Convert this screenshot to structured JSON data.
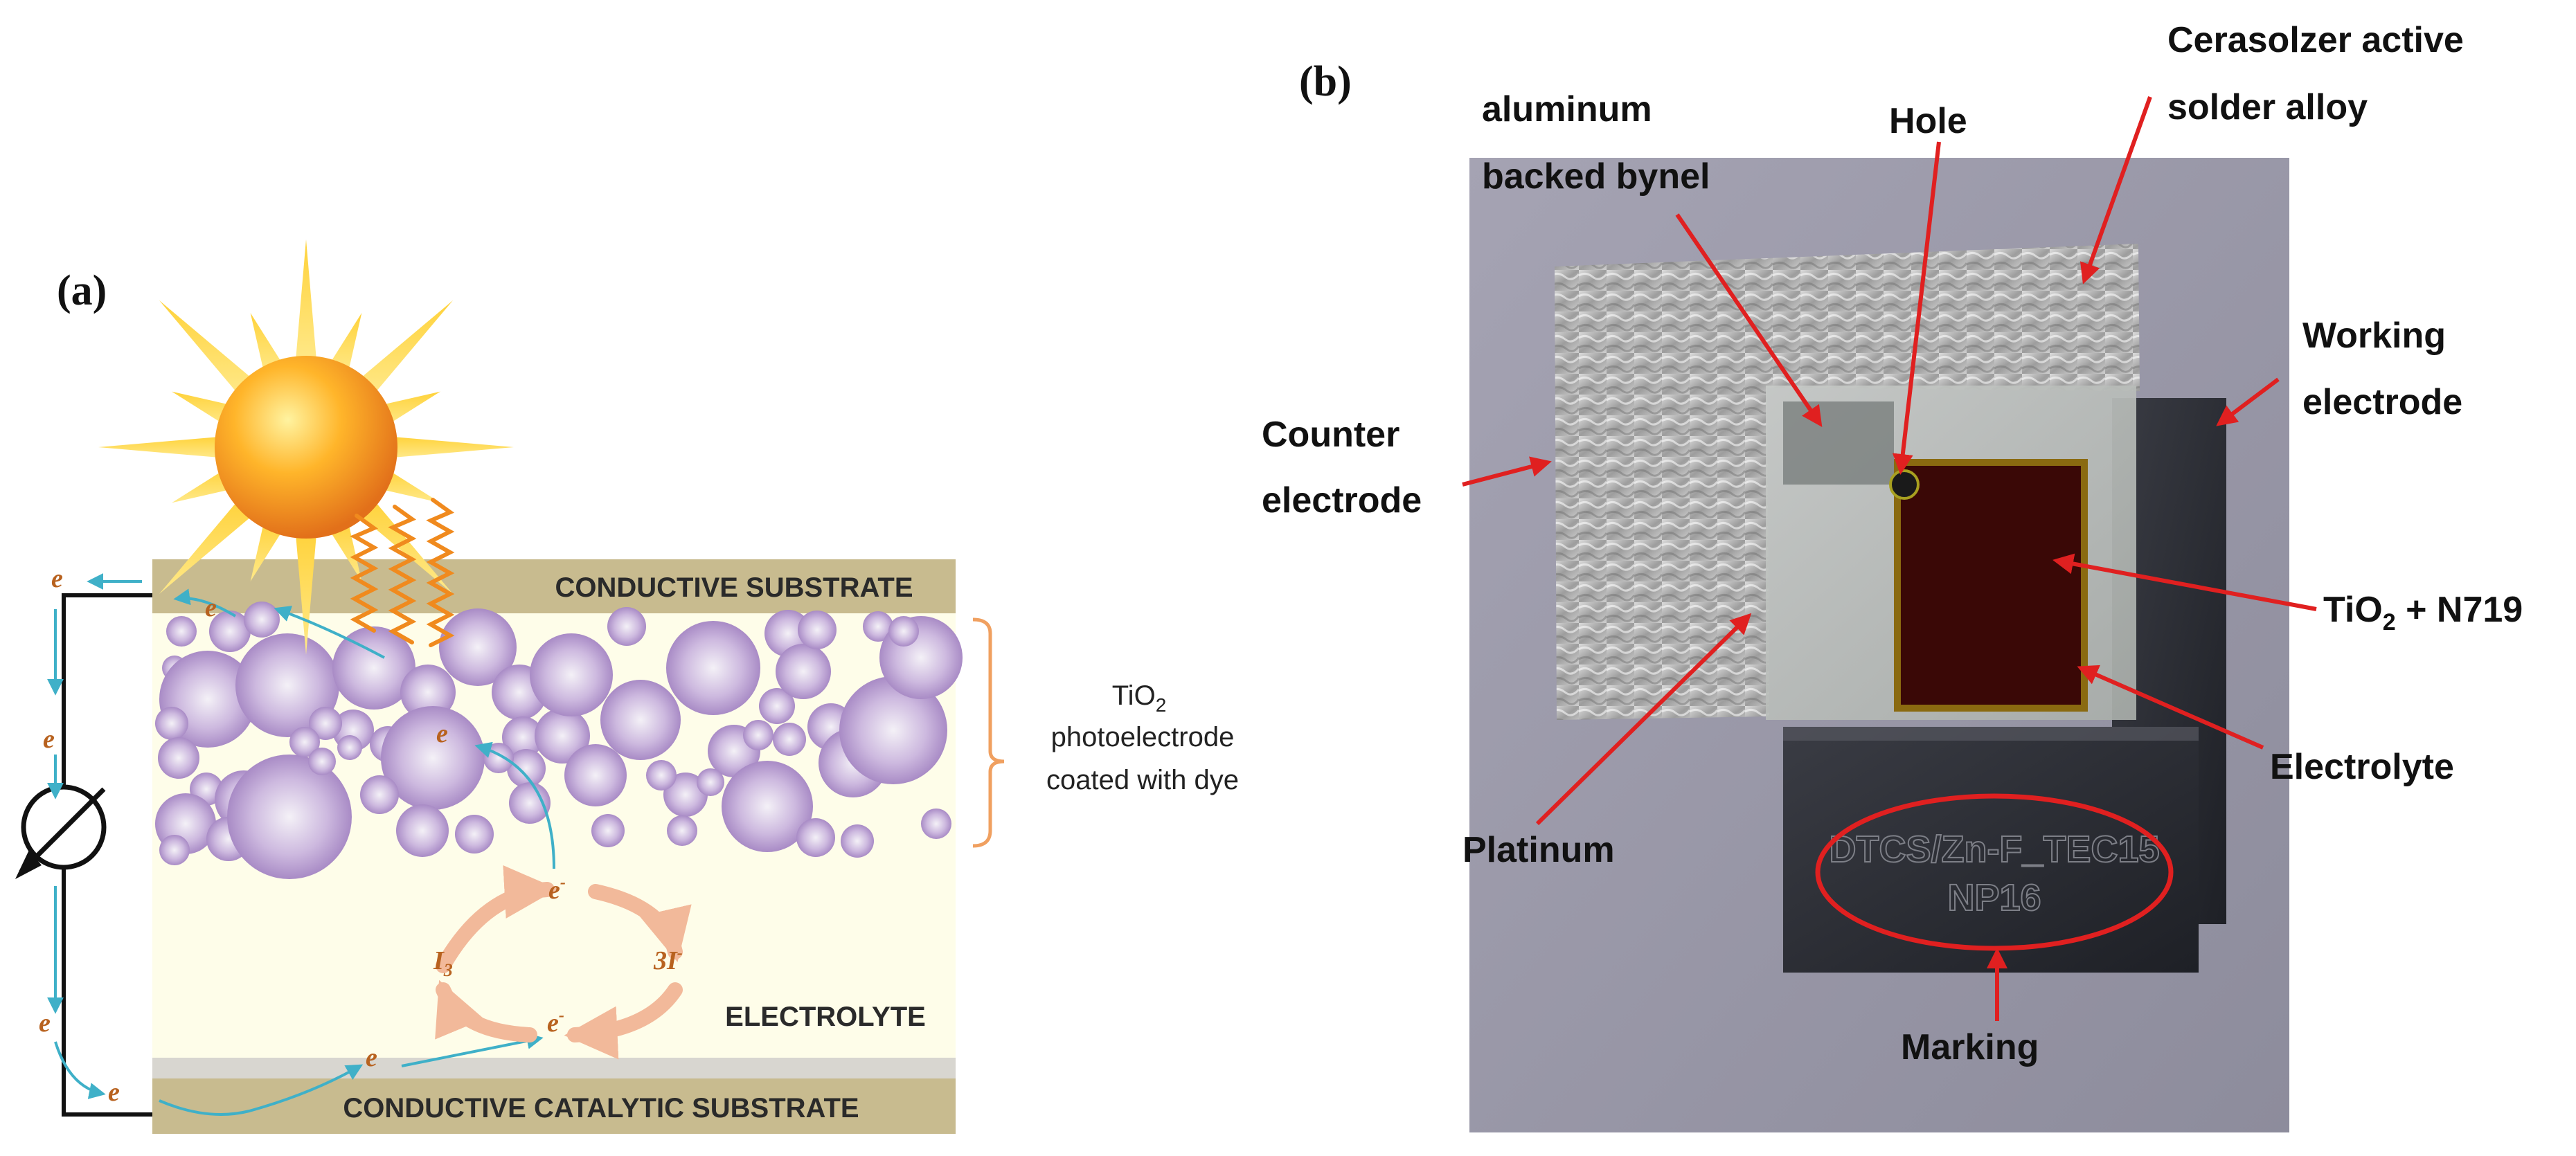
{
  "panel_a": {
    "label": "(a)",
    "top_layer_label": "CONDUCTIVE SUBSTRATE",
    "bottom_layer_label": "CONDUCTIVE CATALYTIC SUBSTRATE",
    "electrolyte_label": "ELECTROLYTE",
    "photoelectrode_label": {
      "line1_main": "TiO",
      "line1_sub": "2",
      "line2": "photoelectrode",
      "line3": "coated with dye"
    },
    "electron_symbol": "e",
    "electron_minus_symbol": "e",
    "minus_superscript": "-",
    "triiodide_main": "I",
    "triiodide_sub": "3",
    "iodide_label": "3I",
    "iodide_superscript": "-"
  },
  "panel_b": {
    "label": "(b)",
    "callouts": {
      "aluminum_line1": "aluminum",
      "aluminum_line2": "backed bynel",
      "hole": "Hole",
      "cerasolzer_line1": "Cerasolzer  active",
      "cerasolzer_line2": "solder alloy",
      "working_line1": "Working",
      "working_line2": "electrode",
      "counter_line1": "Counter",
      "counter_line2": "electrode",
      "tio2_main": "TiO",
      "tio2_sub": "2",
      "tio2_rest": " + N719",
      "electrolyte": "Electrolyte",
      "platinum": "Platinum",
      "marking": "Marking"
    },
    "engraving_line1": "DTCS/Zn-F_TEC15",
    "engraving_line2": "NP16"
  },
  "colors": {
    "substrate": "#c8bb8f",
    "electrolyte_bg": "#fefde9",
    "particle": "#b59ad0",
    "electron_arrow": "#3fb0c8",
    "electron_text": "#b8621f",
    "redox_arrow": "#f2b99a",
    "photon": "#f08a1e",
    "bracket": "#f0a060",
    "callout_red": "#e02020",
    "photo_bg": "#9a9aa8"
  }
}
